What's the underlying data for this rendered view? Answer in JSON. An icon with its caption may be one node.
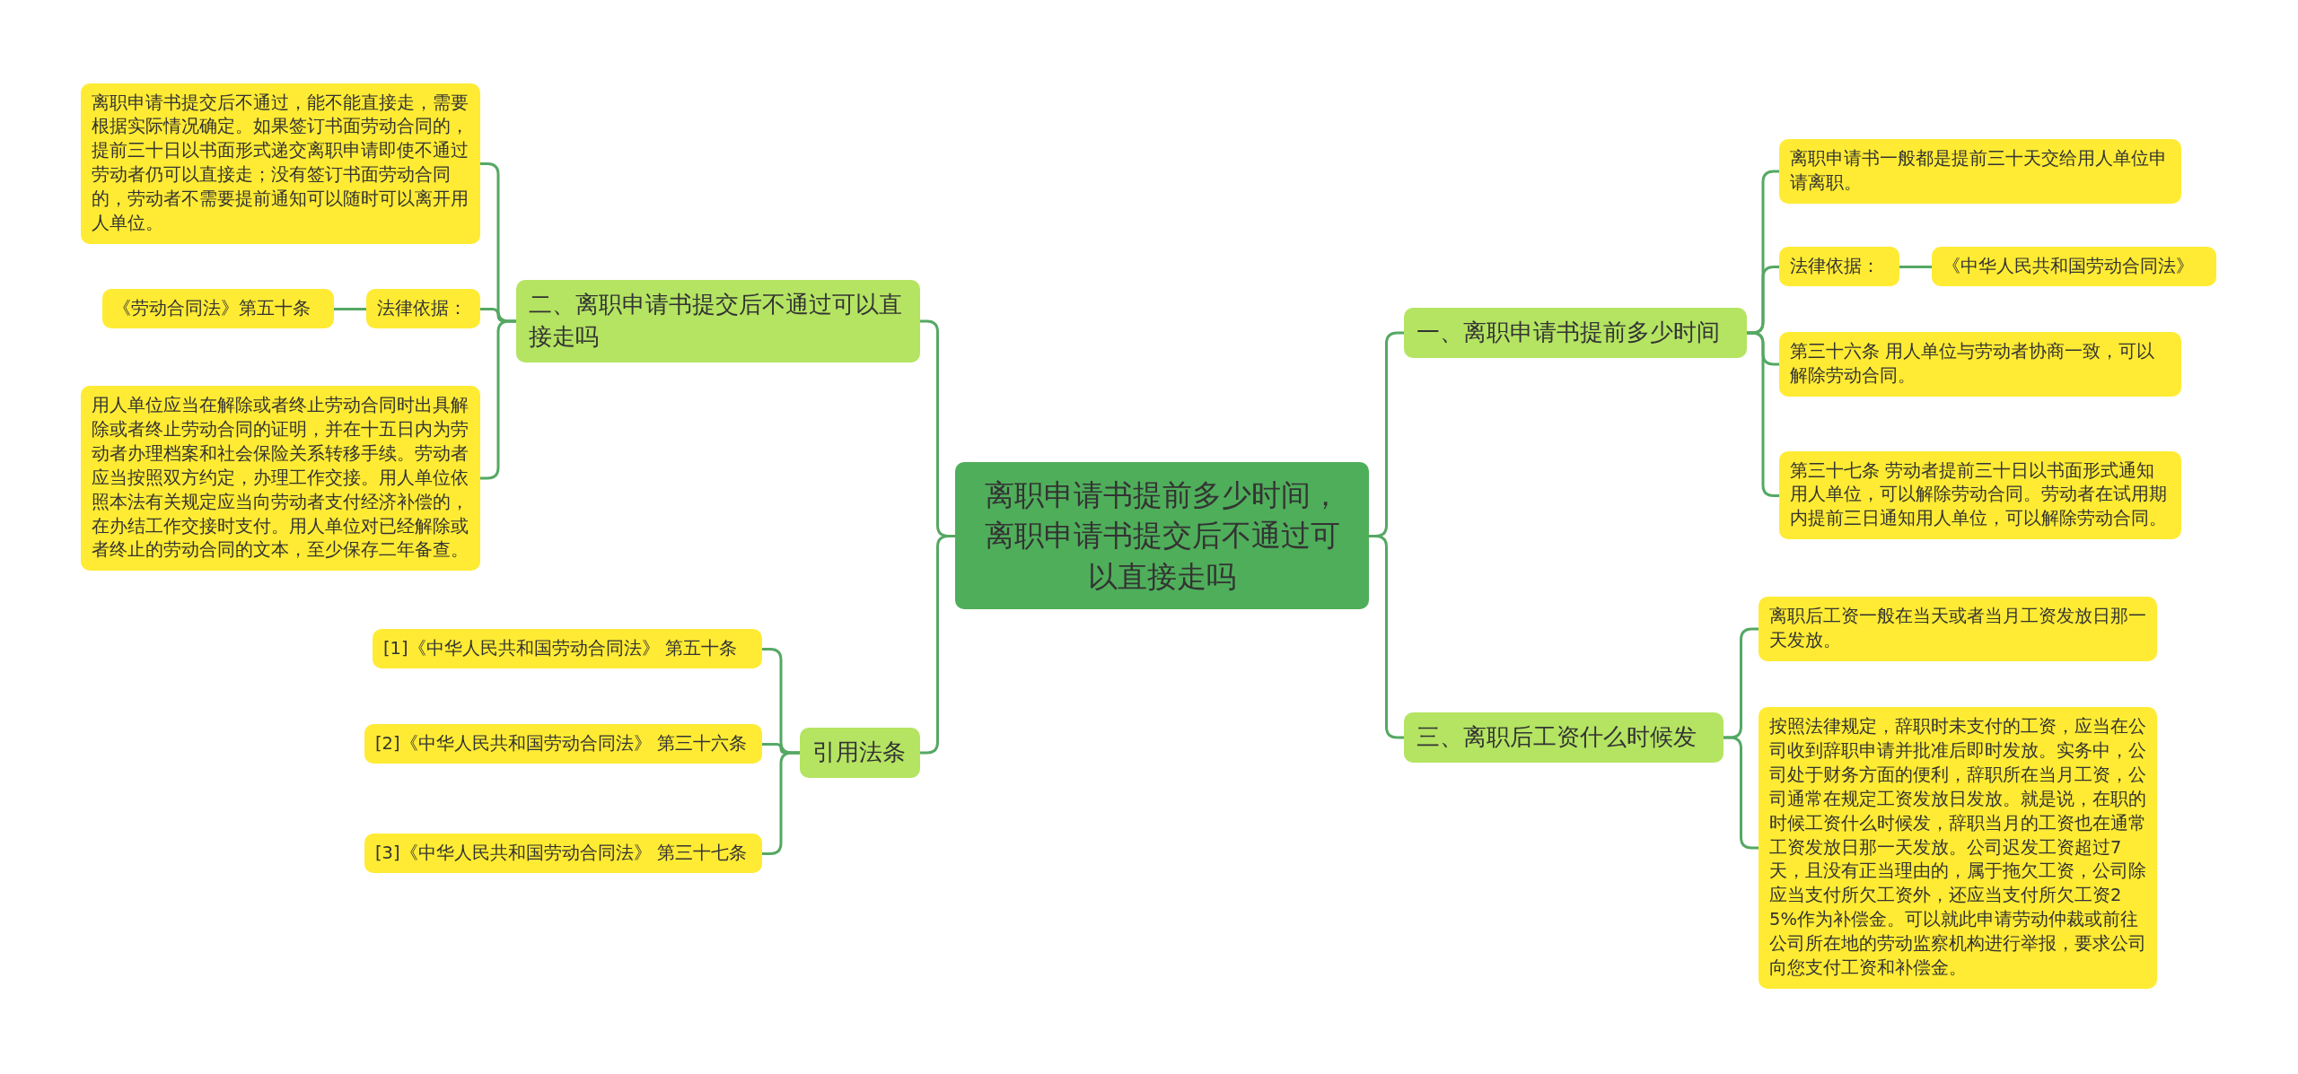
{
  "diagram": {
    "nodes": [
      {
        "text": [
          "离职申请书提前多少时间，离职申请书提交后不通过可以直接走吗"
        ]
      },
      {
        "text": [
          "一、离职申请书提前多少时间"
        ]
      },
      {
        "text": [
          "离职申请书一般都是提前三十天交给用人单位申请离职。"
        ]
      },
      {
        "text": [
          "法律依据："
        ]
      },
      {
        "text": [
          "《中华人民共和国劳动合同法》"
        ]
      },
      {
        "text": [
          "第三十六条 用人单位与劳动者协商一致，可以解除劳动合同。"
        ]
      },
      {
        "text": [
          "第三十七条 劳动者提前三十日以书面形式通知用人单位，可以解除劳动合同。劳动者在试用期内提前三日通知用人单位，可以解除劳动合同。"
        ]
      },
      {
        "text": [
          "三、离职后工资什么时候发"
        ]
      },
      {
        "text": [
          "离职后工资一般在当天或者当月工资发放日那一天发放。"
        ]
      },
      {
        "text": [
          "按照法律规定，辞职时未支付的工资，应当在公司收到辞职申请并批准后即时发放。实务中，公司处于财务方面的便利，辞职所在当月工资，公司通常在规定工资发放日发放。就是说，在职的时候工资什么时候发，辞职当月的工资也在通常工资发放日那一天发放。公司迟发工资超过7天，且没有正当理由的，属于拖欠工资，公司除应当支付所欠工资外，还应当支付所欠工资25%作为补偿金。可以就此申请劳动仲裁或前往公司所在地的劳动监察机构进行举报，要求公司向您支付工资和补偿金。"
        ]
      },
      {
        "text": [
          "二、离职申请书提交后不通过可以直接走吗"
        ]
      },
      {
        "text": [
          "离职申请书提交后不通过，能不能直接走，需要根据实际情况确定。如果签订书面劳动合同的，提前三十日以书面形式递交离职申请即使不通过劳动者仍可以直接走；没有签订书面劳动合同的，劳动者不需要提前通知可以随时可以离开用人单位。"
        ]
      },
      {
        "text": [
          "法律依据："
        ]
      },
      {
        "text": [
          "《劳动合同法》第五十条"
        ]
      },
      {
        "text": [
          "用人单位应当在解除或者终止劳动合同时出具解除或者终止劳动合同的证明，并在十五日内为劳动者办理档案和社会保险关系转移手续。劳动者应当按照双方约定，办理工作交接。用人单位依照本法有关规定应当向劳动者支付经济补偿的，在办结工作交接时支付。用人单位对已经解除或者终止的劳动合同的文本，至少保存二年备查。"
        ]
      },
      {
        "text": [
          "引用法条"
        ]
      },
      {
        "text": [
          "[1]《中华人民共和国劳动合同法》 第五十条"
        ]
      },
      {
        "text": [
          "[2]《中华人民共和国劳动合同法》 第三十六条"
        ]
      },
      {
        "text": [
          "[3]《中华人民共和国劳动合同法》 第三十七条"
        ]
      }
    ],
    "edges": [
      {
        "from": 0,
        "to": 1,
        "arrow": "none"
      },
      {
        "from": 1,
        "to": 2,
        "arrow": "none"
      },
      {
        "from": 1,
        "to": 3,
        "arrow": "none"
      },
      {
        "from": 3,
        "to": 4,
        "arrow": "none"
      },
      {
        "from": 1,
        "to": 5,
        "arrow": "none"
      },
      {
        "from": 1,
        "to": 6,
        "arrow": "none"
      },
      {
        "from": 0,
        "to": 7,
        "arrow": "none"
      },
      {
        "from": 7,
        "to": 8,
        "arrow": "none"
      },
      {
        "from": 7,
        "to": 9,
        "arrow": "none"
      },
      {
        "from": 0,
        "to": 10,
        "arrow": "none"
      },
      {
        "from": 10,
        "to": 11,
        "arrow": "none"
      },
      {
        "from": 10,
        "to": 12,
        "arrow": "none"
      },
      {
        "from": 12,
        "to": 13,
        "arrow": "none"
      },
      {
        "from": 10,
        "to": 14,
        "arrow": "none"
      },
      {
        "from": 0,
        "to": 15,
        "arrow": "none"
      },
      {
        "from": 15,
        "to": 16,
        "arrow": "none"
      },
      {
        "from": 15,
        "to": 17,
        "arrow": "none"
      },
      {
        "from": 15,
        "to": 18,
        "arrow": "none"
      }
    ]
  }
}
